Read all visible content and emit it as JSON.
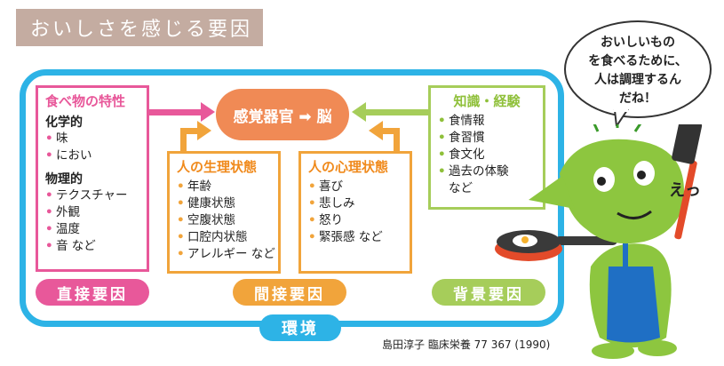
{
  "title": "おいしさを感じる要因",
  "sensory": "感覚器官 ➡ 脳",
  "food_box": {
    "title": "食べ物の特性",
    "chem_label": "化学的",
    "chem_items": [
      "味",
      "におい"
    ],
    "phys_label": "物理的",
    "phys_items": [
      "テクスチャー",
      "外観",
      "温度",
      "音 など"
    ]
  },
  "physio_box": {
    "title": "人の生理状態",
    "items": [
      "年齢",
      "健康状態",
      "空腹状態",
      "口腔内状態",
      "アレルギー など"
    ]
  },
  "psych_box": {
    "title": "人の心理状態",
    "items": [
      "喜び",
      "悲しみ",
      "怒り",
      "緊張感 など"
    ]
  },
  "knowledge_box": {
    "title": "知識・経験",
    "items": [
      "食情報",
      "食習慣",
      "食文化",
      "過去の体験",
      "など"
    ]
  },
  "pills": {
    "direct": "直接要因",
    "indirect": "間接要因",
    "background": "背景要因"
  },
  "environment": "環境",
  "citation": "島田淳子 臨床栄養 77 367 (1990)",
  "speech": [
    "おいしいもの",
    "を食べるために、",
    "人は調理するん",
    "だね！"
  ],
  "character_mark": "えっ",
  "colors": {
    "pink": "#e8589a",
    "orange": "#f1a43b",
    "green": "#a6cd5a",
    "blue": "#2db3e6",
    "sensory": "#f08a55",
    "title_bg": "#c4aca1"
  }
}
